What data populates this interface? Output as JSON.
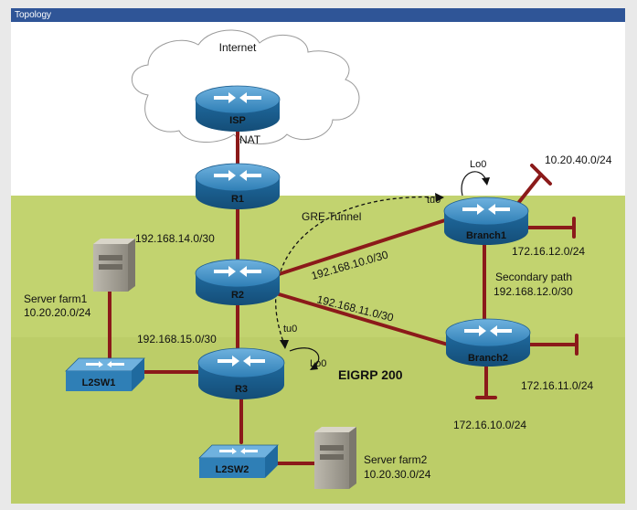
{
  "window": {
    "title": "Topology"
  },
  "cloud": {
    "label": "Internet"
  },
  "devices": {
    "isp": "ISP",
    "r1": "R1",
    "r2": "R2",
    "r3": "R3",
    "branch1": "Branch1",
    "branch2": "Branch2",
    "l2sw1": "L2SW1",
    "l2sw2": "L2SW2"
  },
  "links": {
    "nat": "NAT",
    "r1_r2": "192.168.14.0/30",
    "r2_r3": "192.168.15.0/30",
    "r2_branch1": "192.168.10.0/30",
    "r2_branch2": "192.168.11.0/30",
    "branch_secondary_title": "Secondary path",
    "branch_secondary_net": "192.168.12.0/30",
    "gre_tunnel": "GRE Tunnel",
    "tu0_branch1": "tu0",
    "tu0_r3": "tu0",
    "lo0_branch1": "Lo0",
    "lo0_r3": "Lo0"
  },
  "networks": {
    "branch1_lo": "10.20.40.0/24",
    "branch1_lan": "172.16.12.0/24",
    "branch2_lan_right": "172.16.11.0/24",
    "branch2_lan_bottom": "172.16.10.0/24"
  },
  "servers": {
    "farm1_name": "Server farm1",
    "farm1_net": "10.20.20.0/24",
    "farm2_name": "Server farm2",
    "farm2_net": "10.20.30.0/24"
  },
  "routing": {
    "eigrp": "EIGRP 200"
  },
  "colors": {
    "title_bar": "#2f5597",
    "green_area": "#c2d36f",
    "link": "#8b1a1a",
    "router_blue": "#2f7fb6"
  }
}
